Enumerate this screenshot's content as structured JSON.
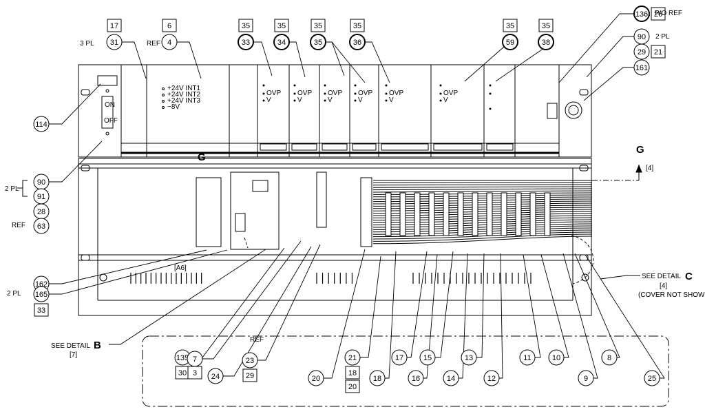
{
  "top_callouts": [
    {
      "box": "17",
      "circle": "31",
      "prefix": "3 PL"
    },
    {
      "box": "6",
      "circle": "4",
      "prefix": "REF"
    },
    {
      "box": "35",
      "circle": "33"
    },
    {
      "box": "35",
      "circle": "34"
    },
    {
      "box": "35",
      "circle": "35"
    },
    {
      "box": "35",
      "circle": "36"
    },
    {
      "box": "35",
      "circle": "59"
    },
    {
      "box": "35",
      "circle": "38"
    }
  ],
  "top_right": {
    "c136": "136",
    "b26": "26",
    "por": "P/O REF",
    "c90": "90",
    "pl2": "2 PL",
    "c29": "29",
    "b21": "21",
    "c161": "161"
  },
  "left": {
    "c114": "114",
    "pl2": "2 PL",
    "c90": "90",
    "c91": "91",
    "c28": "28",
    "ref": "REF",
    "c63": "63",
    "c162": "162",
    "c165": "165",
    "b33": "33",
    "see_detail": "SEE DETAIL",
    "detail_b": "B",
    "detail_b_ref": "[7]"
  },
  "right": {
    "g": "G",
    "g_ref": "[4]",
    "see_detail": "SEE DETAIL",
    "detail_c": "C",
    "detail_c_ref": "[4]",
    "cover_note": "(COVER NOT SHOWN)"
  },
  "panel": {
    "g_label": "G",
    "switch_on": "ON",
    "switch_off": "OFF",
    "a6_label": "[A6]",
    "voltages": [
      "+24V INT1",
      "+24V INT2",
      "+24V INT3",
      "−8V"
    ],
    "module_ovp": "OVP",
    "module_v": "V"
  },
  "bottom": {
    "ref": "REF",
    "c135": "135",
    "b30": "30",
    "c7": "7",
    "b3": "3",
    "c24": "24",
    "c23": "23",
    "b29": "29",
    "c20": "20",
    "c21": "21",
    "b18": "18",
    "b20": "20",
    "c18": "18",
    "c17": "17",
    "c16": "16",
    "c15": "15",
    "c14": "14",
    "c13": "13",
    "c12": "12",
    "c11": "11",
    "c10": "10",
    "c9": "9",
    "c8": "8",
    "c25": "25"
  }
}
